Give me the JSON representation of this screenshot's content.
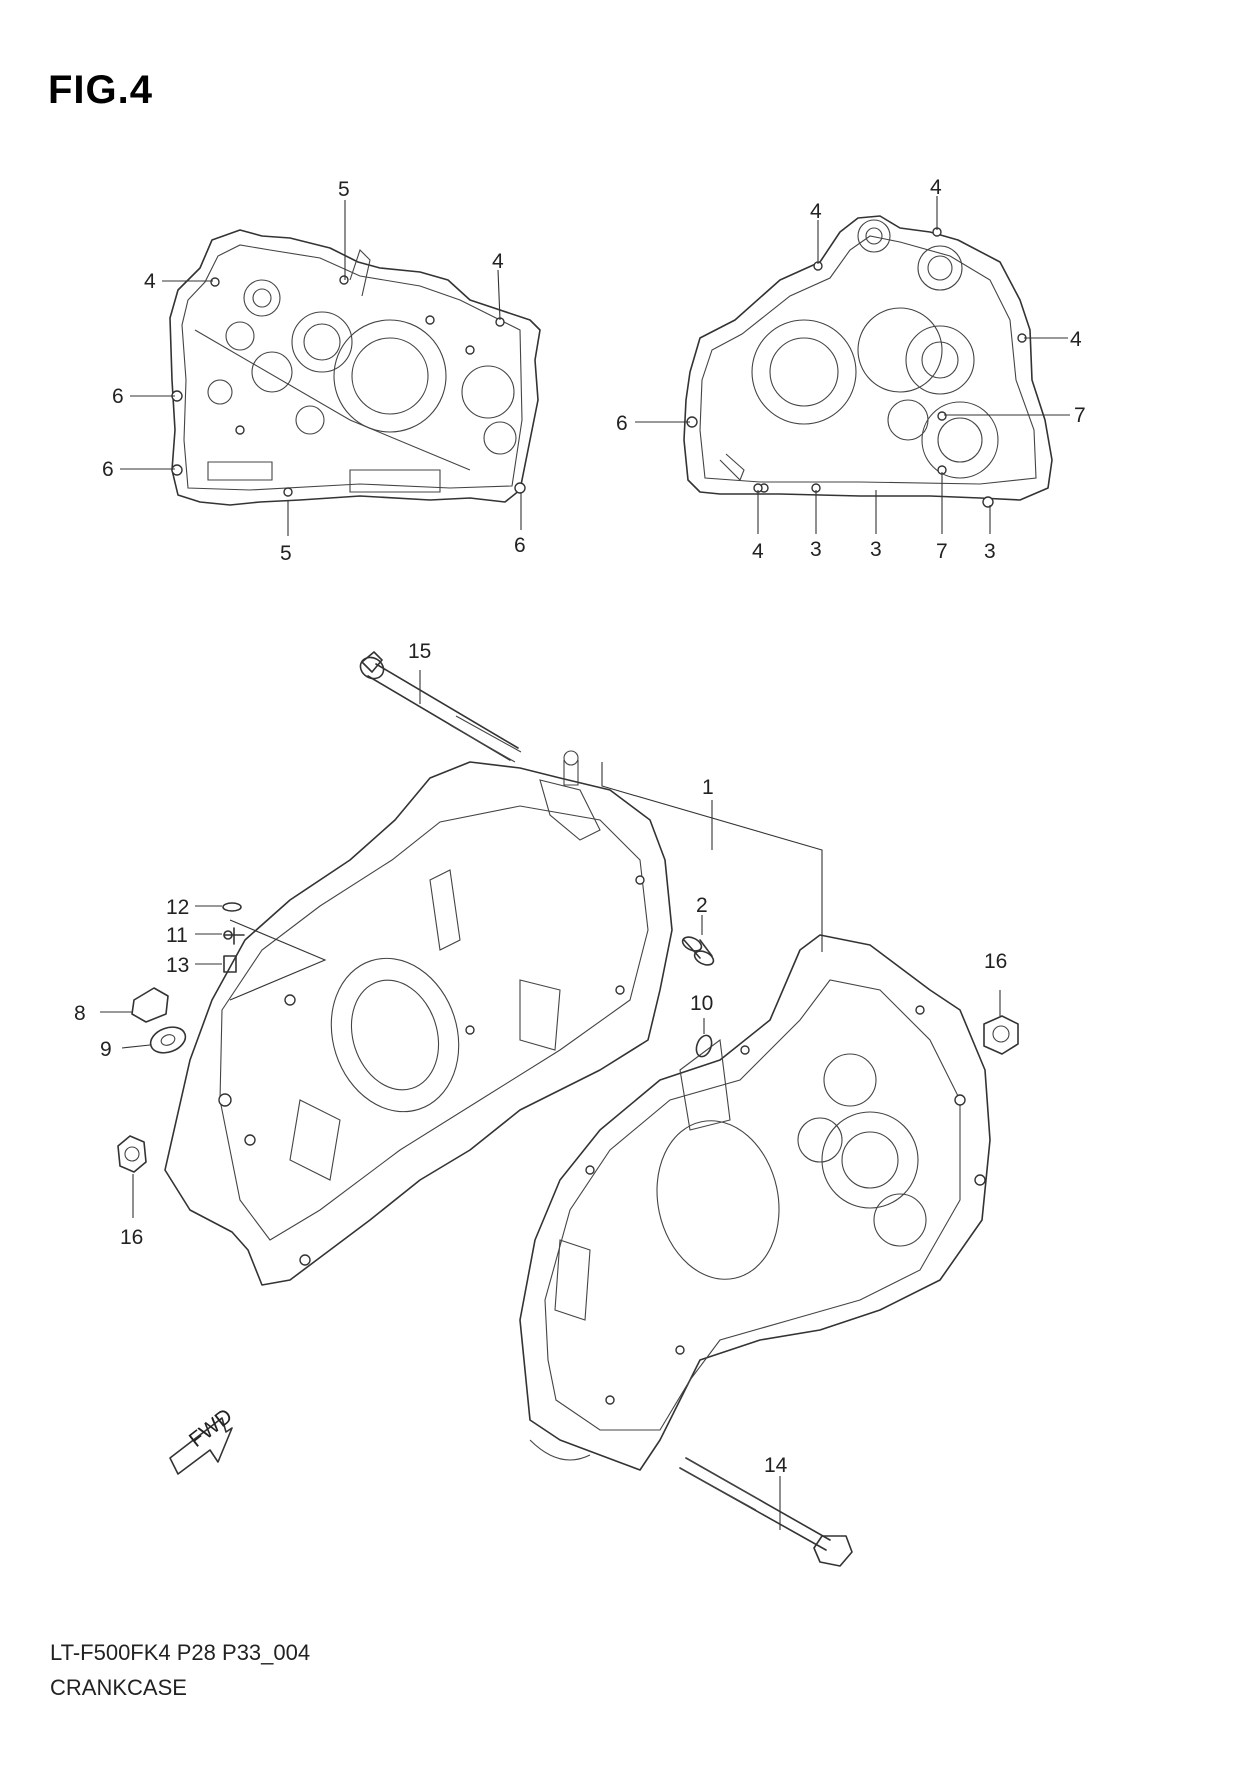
{
  "figure": {
    "title": "FIG.4",
    "model_code": "LT-F500FK4 P28 P33_004",
    "part_name": "CRANKCASE",
    "fwd_label": "FWD"
  },
  "callouts": [
    {
      "id": "c-5a",
      "label": "5"
    },
    {
      "id": "c-4a",
      "label": "4"
    },
    {
      "id": "c-4b",
      "label": "4"
    },
    {
      "id": "c-6a",
      "label": "6"
    },
    {
      "id": "c-6b",
      "label": "6"
    },
    {
      "id": "c-5b",
      "label": "5"
    },
    {
      "id": "c-6c",
      "label": "6"
    },
    {
      "id": "c-4c",
      "label": "4"
    },
    {
      "id": "c-4d",
      "label": "4"
    },
    {
      "id": "c-4e",
      "label": "4"
    },
    {
      "id": "c-6d",
      "label": "6"
    },
    {
      "id": "c-7a",
      "label": "7"
    },
    {
      "id": "c-4f",
      "label": "4"
    },
    {
      "id": "c-3a",
      "label": "3"
    },
    {
      "id": "c-3b",
      "label": "3"
    },
    {
      "id": "c-7b",
      "label": "7"
    },
    {
      "id": "c-3c",
      "label": "3"
    },
    {
      "id": "c-15",
      "label": "15"
    },
    {
      "id": "c-1",
      "label": "1"
    },
    {
      "id": "c-2",
      "label": "2"
    },
    {
      "id": "c-12",
      "label": "12"
    },
    {
      "id": "c-11",
      "label": "11"
    },
    {
      "id": "c-13",
      "label": "13"
    },
    {
      "id": "c-10",
      "label": "10"
    },
    {
      "id": "c-16a",
      "label": "16"
    },
    {
      "id": "c-8",
      "label": "8"
    },
    {
      "id": "c-9",
      "label": "9"
    },
    {
      "id": "c-16b",
      "label": "16"
    },
    {
      "id": "c-14",
      "label": "14"
    }
  ]
}
